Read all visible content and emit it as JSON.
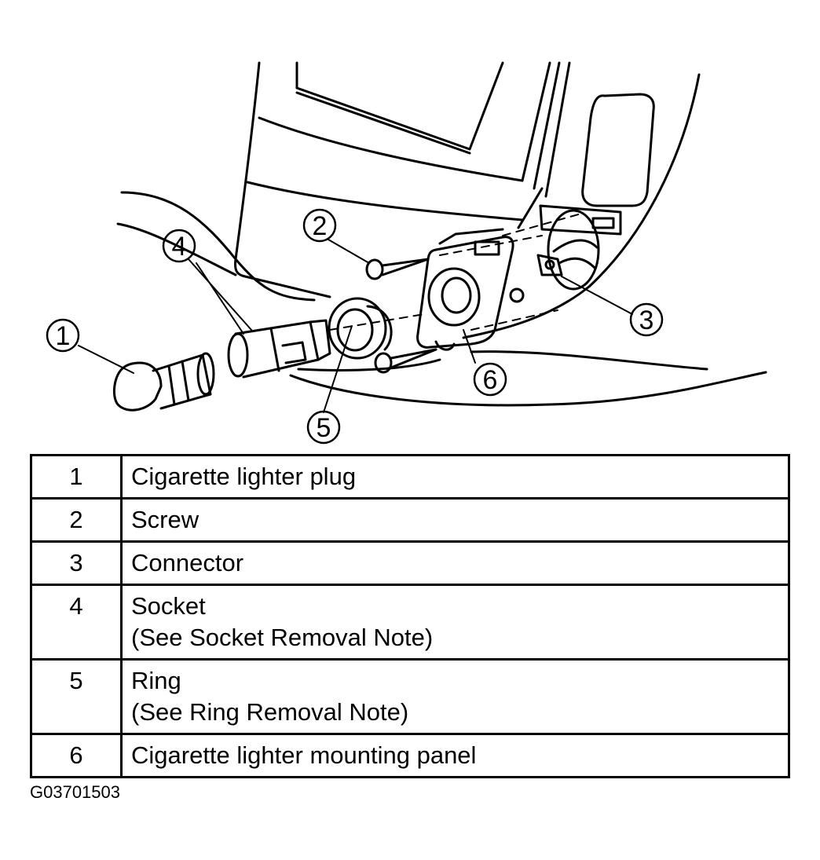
{
  "diagram": {
    "callouts": [
      "1",
      "2",
      "3",
      "4",
      "5",
      "6"
    ]
  },
  "parts_table": {
    "rows": [
      {
        "number": "1",
        "line1": "Cigarette lighter plug",
        "line2": ""
      },
      {
        "number": "2",
        "line1": "Screw",
        "line2": ""
      },
      {
        "number": "3",
        "line1": "Connector",
        "line2": ""
      },
      {
        "number": "4",
        "line1": "Socket",
        "line2": "(See Socket Removal Note)"
      },
      {
        "number": "5",
        "line1": "Ring",
        "line2": "(See Ring Removal Note)"
      },
      {
        "number": "6",
        "line1": "Cigarette lighter mounting panel",
        "line2": ""
      }
    ]
  },
  "figure_code": "G03701503",
  "colors": {
    "ink": "#000000",
    "paper": "#ffffff"
  }
}
